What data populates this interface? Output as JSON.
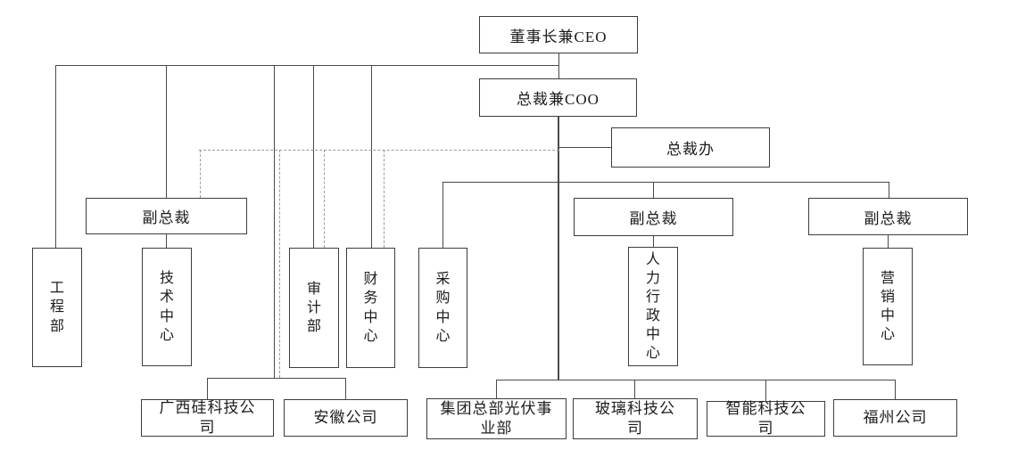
{
  "colors": {
    "line_solid": "#4a4a4a",
    "line_dashed": "#9b9b9b",
    "box_border": "#3d3d3d",
    "box_fill": "#ffffff",
    "text": "#1c1c1c"
  },
  "nodes": {
    "ceo": {
      "label": "董事长兼CEO"
    },
    "coo": {
      "label": "总裁兼COO"
    },
    "president_office": {
      "label": "总裁办"
    },
    "vp_left": {
      "label": "副总裁"
    },
    "vp_mid": {
      "label": "副总裁"
    },
    "vp_right": {
      "label": "副总裁"
    },
    "engineering_dept": {
      "label": "工程部"
    },
    "tech_center": {
      "label": "技术中心"
    },
    "audit_dept": {
      "label": "审计部"
    },
    "finance_center": {
      "label": "财务中心"
    },
    "procurement_center": {
      "label": "采购中心"
    },
    "hr_admin_center": {
      "label": "人力行政中心"
    },
    "marketing_center": {
      "label": "营销中心"
    },
    "guangxi_silicon_co": {
      "label": "广西硅科技公\n司"
    },
    "anhui_co": {
      "label": "安徽公司"
    },
    "group_hq_pv_div": {
      "label": "集团总部光伏事\n业部"
    },
    "glass_tech_co": {
      "label": "玻璃科技公\n司"
    },
    "smart_tech_co": {
      "label": "智能科技公\n司"
    },
    "fuzhou_co": {
      "label": "福州公司"
    }
  }
}
